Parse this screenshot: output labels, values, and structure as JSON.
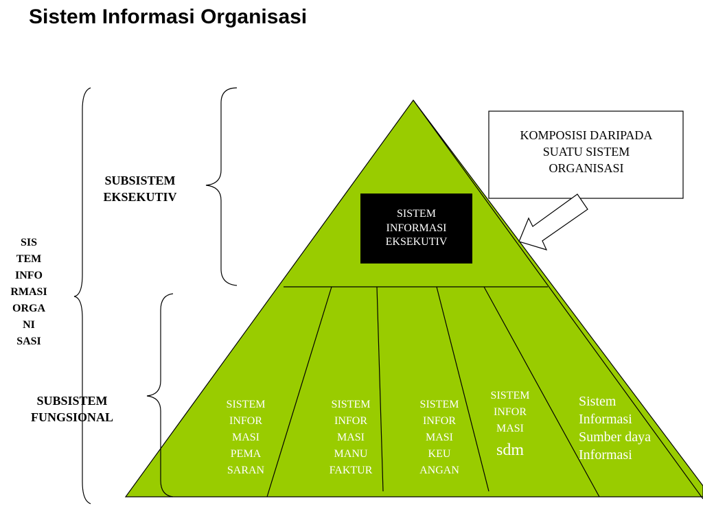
{
  "title": "Sistem Informasi Organisasi",
  "colors": {
    "pyramid_fill": "#99CC00",
    "exec_box_fill": "#000000",
    "text_on_green": "#FFFFFF",
    "lines": "#000000"
  },
  "left_label": "SIS\nTEM\nINFO\nRMASI\nORGA\nNI\nSASI",
  "subsystem_executive": "SUBSISTEM\nEKSEKUTIV",
  "subsystem_functional": "SUBSISTEM\nFUNGSIONAL",
  "callout": "KOMPOSISI DARIPADA\nSUATU SISTEM\nORGANISASI",
  "exec_box": "SISTEM\nINFORMASI\nEKSEKUTIV",
  "functional_systems": {
    "marketing": "SISTEM\nINFOR\nMASI\nPEMA\nSARAN",
    "manufacturing": "SISTEM\nINFOR\nMASI\nMANU\nFAKTUR",
    "finance": "SISTEM\nINFOR\nMASI\nKEU\nANGAN",
    "hr_top": "SISTEM\nINFOR\nMASI",
    "hr_sdm": "sdm",
    "info_resources": "Sistem\nInformasi\nSumber daya\nInformasi"
  }
}
